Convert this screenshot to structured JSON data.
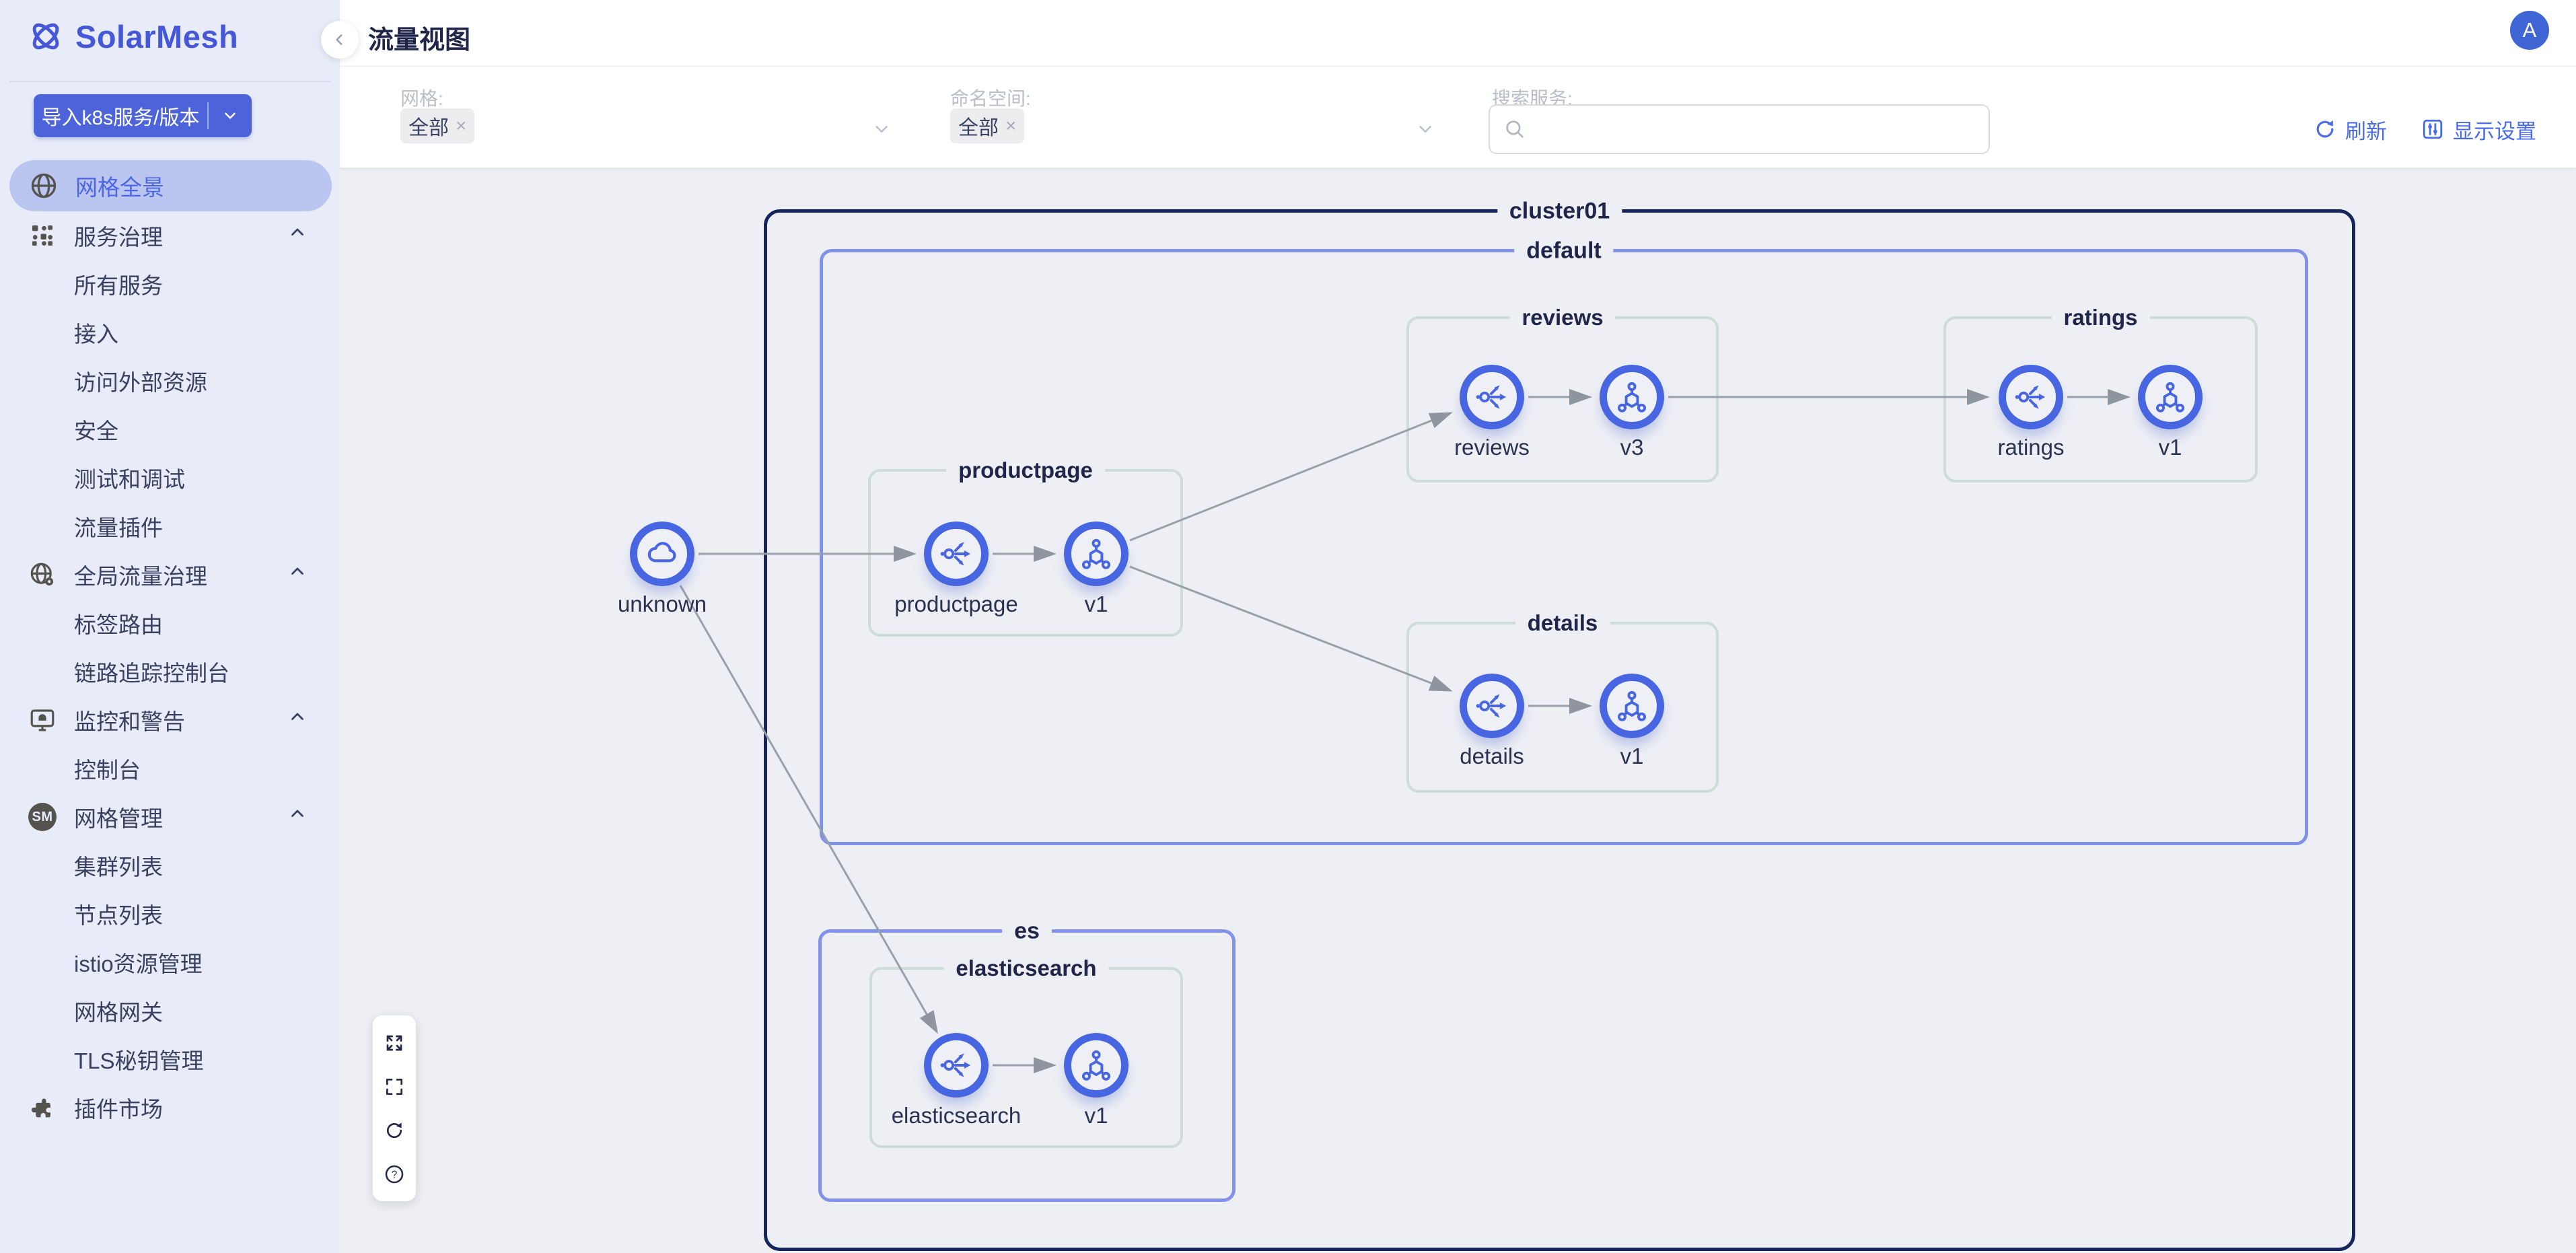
{
  "app": {
    "name": "SolarMesh"
  },
  "header": {
    "title": "流量视图",
    "avatar": "A"
  },
  "sidebar": {
    "import_button": {
      "label": "导入k8s服务/版本"
    },
    "items": [
      {
        "label": "网格全景",
        "icon": "globe-icon",
        "active": true
      },
      {
        "label": "服务治理",
        "icon": "service-governance-icon",
        "expandable": true
      },
      {
        "label": "所有服务"
      },
      {
        "label": "接入"
      },
      {
        "label": "访问外部资源"
      },
      {
        "label": "安全"
      },
      {
        "label": "测试和调试"
      },
      {
        "label": "流量插件"
      },
      {
        "label": "全局流量治理",
        "icon": "global-traffic-icon",
        "expandable": true
      },
      {
        "label": "标签路由"
      },
      {
        "label": "链路追踪控制台"
      },
      {
        "label": "监控和警告",
        "icon": "monitor-alert-icon",
        "expandable": true
      },
      {
        "label": "控制台"
      },
      {
        "label": "网格管理",
        "icon": "sm-badge-icon",
        "badge": "SM",
        "expandable": true
      },
      {
        "label": "集群列表"
      },
      {
        "label": "节点列表"
      },
      {
        "label": "istio资源管理"
      },
      {
        "label": "网格网关"
      },
      {
        "label": "TLS秘钥管理"
      },
      {
        "label": "插件市场",
        "icon": "plugin-market-icon"
      }
    ]
  },
  "filters": {
    "mesh": {
      "label": "网格:",
      "value": "全部",
      "clear_icon": "×"
    },
    "namespace": {
      "label": "命名空间:",
      "value": "全部",
      "clear_icon": "×"
    },
    "search": {
      "label": "搜索服务:",
      "placeholder": ""
    },
    "actions": {
      "refresh": "刷新",
      "display_settings": "显示设置"
    }
  },
  "topology": {
    "boxes": {
      "cluster": "cluster01",
      "ns_default": "default",
      "ns_es": "es",
      "grp_productpage": "productpage",
      "grp_reviews": "reviews",
      "grp_ratings": "ratings",
      "grp_details": "details",
      "grp_elasticsearch": "elasticsearch"
    },
    "nodes": [
      {
        "label": "unknown",
        "type": "external"
      },
      {
        "label": "productpage",
        "type": "service"
      },
      {
        "label": "v1",
        "type": "workload"
      },
      {
        "label": "reviews",
        "type": "service"
      },
      {
        "label": "v3",
        "type": "workload"
      },
      {
        "label": "ratings",
        "type": "service"
      },
      {
        "label": "v1",
        "type": "workload"
      },
      {
        "label": "details",
        "type": "service"
      },
      {
        "label": "v1",
        "type": "workload"
      },
      {
        "label": "elasticsearch",
        "type": "service"
      },
      {
        "label": "v1",
        "type": "workload"
      }
    ],
    "edges": [
      {
        "from": "unknown",
        "to": "productpage"
      },
      {
        "from": "unknown",
        "to": "elasticsearch"
      },
      {
        "from": "productpage",
        "to": "productpage-v1"
      },
      {
        "from": "productpage-v1",
        "to": "reviews"
      },
      {
        "from": "productpage-v1",
        "to": "details"
      },
      {
        "from": "reviews",
        "to": "reviews-v3"
      },
      {
        "from": "reviews-v3",
        "to": "ratings"
      },
      {
        "from": "ratings",
        "to": "ratings-v1"
      },
      {
        "from": "details",
        "to": "details-v1"
      },
      {
        "from": "elasticsearch",
        "to": "elasticsearch-v1"
      }
    ]
  },
  "graph_toolbar": {
    "icons": [
      "fit-view-icon",
      "fullscreen-icon",
      "reload-icon",
      "help-icon"
    ],
    "help_glyph": "?"
  }
}
